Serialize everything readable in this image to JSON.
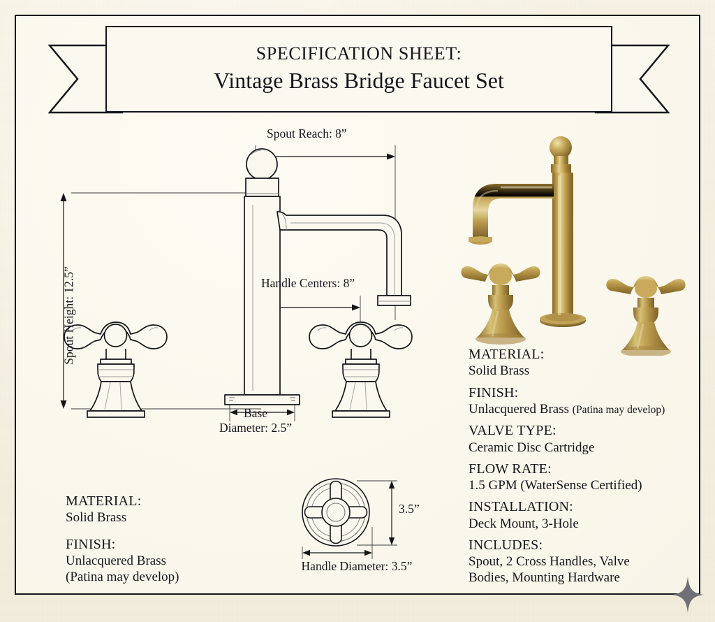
{
  "document": {
    "title_line1": "SPECIFICATION SHEET:",
    "title_line2": "Vintage Brass Bridge Faucet Set",
    "background_color": "#f6f1e2",
    "paper_color": "#fbf8ef",
    "ink_color": "#15161a",
    "brass_color": "#b89544"
  },
  "drawing": {
    "dimensions": {
      "spout_height": "Spout Height: 12.5”",
      "spout_reach": "Spout Reach: 8”",
      "handle_centers": "Handle Centers: 8”",
      "base_diameter": "Base\nDiameter: 2.5”",
      "base_diameter_line1": "Base",
      "base_diameter_line2": "Diameter: 2.5”"
    }
  },
  "detail_view": {
    "caption": "Handle Diameter: 3.5”",
    "vertical_dimension": "3.5”"
  },
  "specs_right": [
    {
      "term": "MATERIAL:",
      "value": "Solid Brass",
      "note": ""
    },
    {
      "term": "FINISH:",
      "value": "Unlacquered Brass ",
      "note": "(Patina may develop)"
    },
    {
      "term": "VALVE TYPE:",
      "value": "Ceramic Disc Cartridge",
      "note": ""
    },
    {
      "term": "FLOW RATE:",
      "value": "1.5 GPM (WaterSense Certified)",
      "note": ""
    },
    {
      "term": "INSTALLATION:",
      "value": "Deck Mount, 3-Hole",
      "note": ""
    },
    {
      "term": "INCLUDES:",
      "value": "Spout, 2 Cross Handles, Valve",
      "value_line2": "Bodies, Mounting Hardware",
      "note": ""
    }
  ],
  "specs_left": [
    {
      "term": "MATERIAL:",
      "value": "Solid Brass",
      "value_line2": ""
    },
    {
      "term": "FINISH:",
      "value": "Unlacquered Brass",
      "value_line2": "(Patina may develop)"
    }
  ],
  "watermark": {
    "icon": "sparkle-four-point-star"
  }
}
